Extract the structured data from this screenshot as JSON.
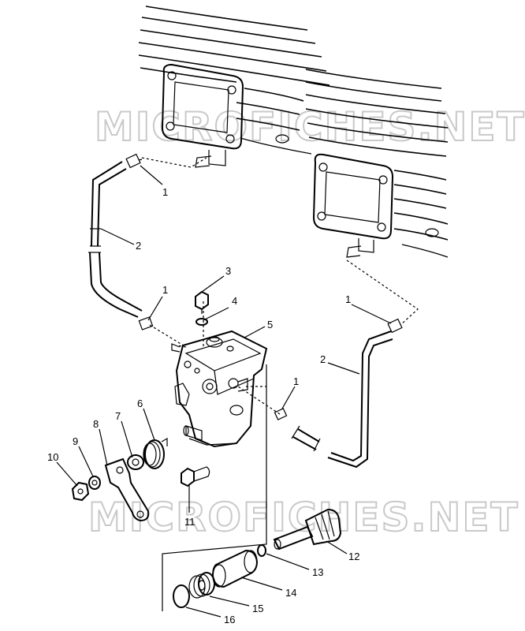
{
  "watermark": {
    "text": "MICROFICHES.NET"
  },
  "callouts": {
    "c1a": "1",
    "c1b": "1",
    "c1c": "1",
    "c1d": "1",
    "c2a": "2",
    "c2b": "2",
    "c3": "3",
    "c4": "4",
    "c5": "5",
    "c6": "6",
    "c7": "7",
    "c8": "8",
    "c9": "9",
    "c10": "10",
    "c11": "11",
    "c12": "12",
    "c13": "13",
    "c14": "14",
    "c15": "15",
    "c16": "16"
  }
}
